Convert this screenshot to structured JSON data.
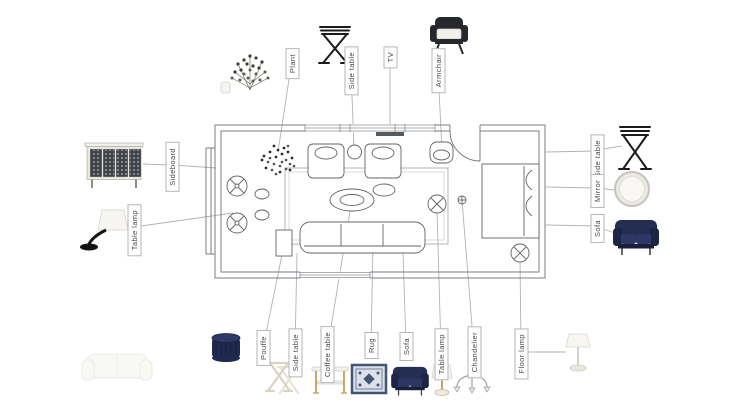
{
  "labels": {
    "plant": "Plant",
    "side_table_top": "Side table",
    "tv": "TV",
    "armchair": "Armchair",
    "sideboard": "Sideboard",
    "table_lamp_left": "Table lamp",
    "side_table_right": "Side table",
    "mirror": "Mirror",
    "sofa_right": "Sofa",
    "pouffe": "Pouffe",
    "side_table_bottom": "Side table",
    "coffee_table": "Coffee table",
    "rug": "Rug",
    "sofa_bottom": "Sofa",
    "table_lamp_bottom": "Table lamp",
    "chandelier": "Chandelier",
    "floor_lamp": "Floor lamp"
  },
  "colors": {
    "label_border": "#b6b6b6",
    "leader_line": "#b3b3b3",
    "plan_stroke": "#6a7076",
    "sofa_navy": "#242e52",
    "accent_gold": "#c9a96a",
    "rug_blue": "#415577"
  }
}
